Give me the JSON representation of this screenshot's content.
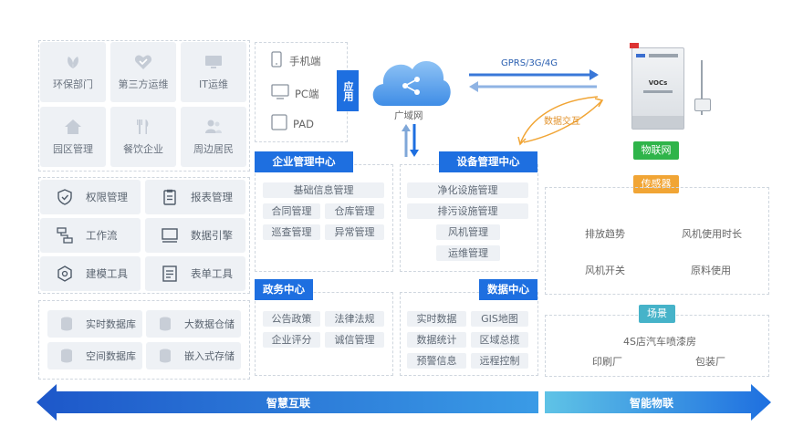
{
  "departments": [
    "环保部门",
    "第三方运维",
    "IT运维",
    "园区管理",
    "餐饮企业",
    "周边居民"
  ],
  "tools": [
    "权限管理",
    "报表管理",
    "工作流",
    "数据引擎",
    "建模工具",
    "表单工具"
  ],
  "storage": [
    "实时数据库",
    "大数据仓储",
    "空间数据库",
    "嵌入式存储"
  ],
  "clients": [
    "手机端",
    "PC端",
    "PAD"
  ],
  "app_label": "应用",
  "cloud_label": "广域网",
  "protocol_label": "GPRS/3G/4G",
  "exchange_label": "数据交互",
  "enterprise": {
    "title": "企业管理中心",
    "items": [
      "基础信息管理",
      "合同管理",
      "仓库管理",
      "巡查管理",
      "异常管理"
    ]
  },
  "device": {
    "title": "设备管理中心",
    "items": [
      "净化设施管理",
      "排污设施管理",
      "风机管理",
      "运维管理"
    ]
  },
  "gov": {
    "title": "政务中心",
    "items": [
      "公告政策",
      "法律法规",
      "企业评分",
      "诚信管理"
    ]
  },
  "datacenter": {
    "title": "数据中心",
    "items": [
      "实时数据",
      "GIS地图",
      "数据统计",
      "区域总揽",
      "预警信息",
      "远程控制"
    ]
  },
  "device_panel_brand": "VOCs",
  "iot_label": "物联网",
  "sensor": {
    "title": "传感器",
    "items": [
      "排放趋势",
      "风机使用时长",
      "风机开关",
      "原料使用"
    ]
  },
  "scene": {
    "title": "场景",
    "items": [
      "4S店汽车喷漆房",
      "印刷厂",
      "包装厂"
    ]
  },
  "bottom": {
    "left": "智慧互联",
    "right": "智能物联"
  }
}
